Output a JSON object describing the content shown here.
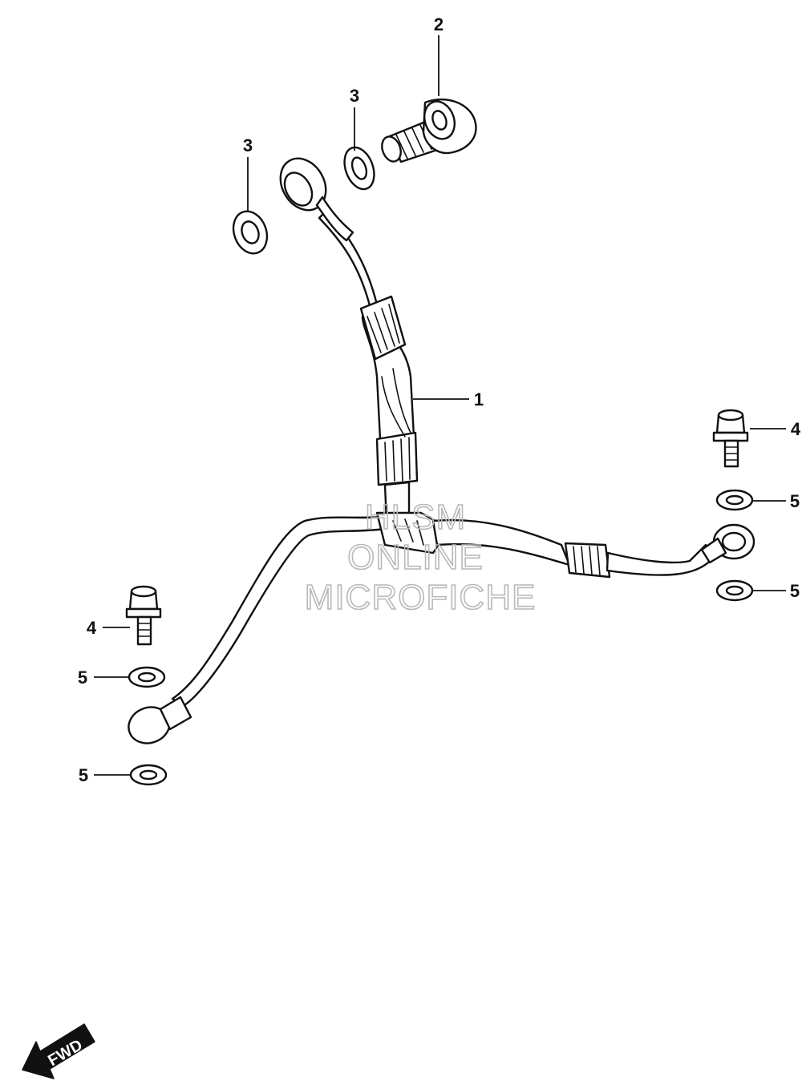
{
  "callouts": [
    {
      "label": "1"
    },
    {
      "label": "2"
    },
    {
      "label": "3"
    },
    {
      "label": "3"
    },
    {
      "label": "4"
    },
    {
      "label": "4"
    },
    {
      "label": "5"
    },
    {
      "label": "5"
    },
    {
      "label": "5"
    },
    {
      "label": "5"
    }
  ],
  "watermark": {
    "line1": "HLSM",
    "line2": "ONLINE",
    "line3": "MICROFICHE"
  },
  "fwd_badge": {
    "label": "FWD"
  },
  "icons": [
    "fwd-arrow-icon"
  ],
  "colors": {
    "ink": "#111111",
    "watermark": "#b8b8b8",
    "background": "#ffffff"
  }
}
